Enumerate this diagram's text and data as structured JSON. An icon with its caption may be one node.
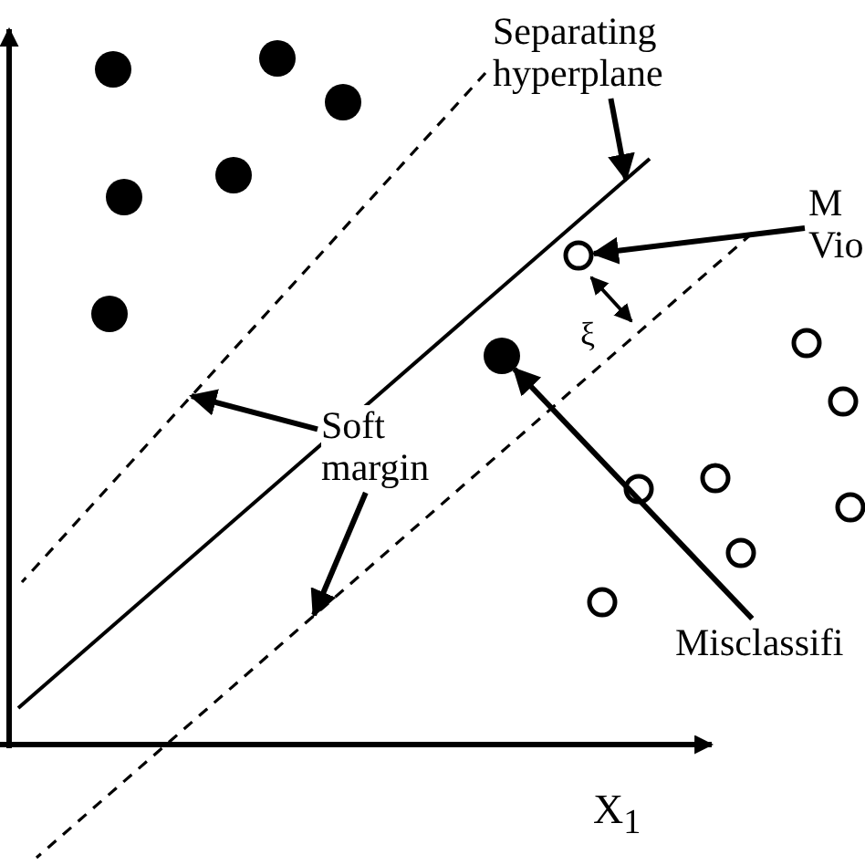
{
  "diagram": {
    "nodes": [
      {
        "text": [
          "Separating hyperplane"
        ]
      },
      {
        "text": [
          "M Vio"
        ]
      },
      {
        "text": [],
        "shape": "circle"
      },
      {
        "text": [
          "Soft margin"
        ]
      },
      {
        "text": [
          "Misclassifi"
        ]
      },
      {
        "text": [],
        "shape": "dot"
      },
      {
        "text": [],
        "shape": "dot"
      },
      {
        "text": [],
        "shape": "dot"
      },
      {
        "text": [],
        "shape": "dot"
      },
      {
        "text": [],
        "shape": "dot"
      },
      {
        "text": [],
        "shape": "dot"
      },
      {
        "text": [],
        "shape": "dot"
      },
      {
        "text": [],
        "shape": "circle"
      },
      {
        "text": [],
        "shape": "circle"
      },
      {
        "text": [],
        "shape": "circle"
      },
      {
        "text": [],
        "shape": "circle"
      },
      {
        "text": [],
        "shape": "circle"
      },
      {
        "text": [],
        "shape": "circle"
      },
      {
        "text": [],
        "shape": "circle"
      }
    ],
    "edges": [
      {
        "from": 0,
        "to": null,
        "arrow": "to"
      },
      {
        "from": 1,
        "to": 2,
        "arrow": "to"
      },
      {
        "from": 3,
        "to": null,
        "arrow": "to"
      },
      {
        "from": 3,
        "to": null,
        "arrow": "to"
      },
      {
        "from": 4,
        "to": 5,
        "arrow": "to"
      }
    ],
    "labels": [
      "ξ",
      "X$_{1}$"
    ]
  }
}
